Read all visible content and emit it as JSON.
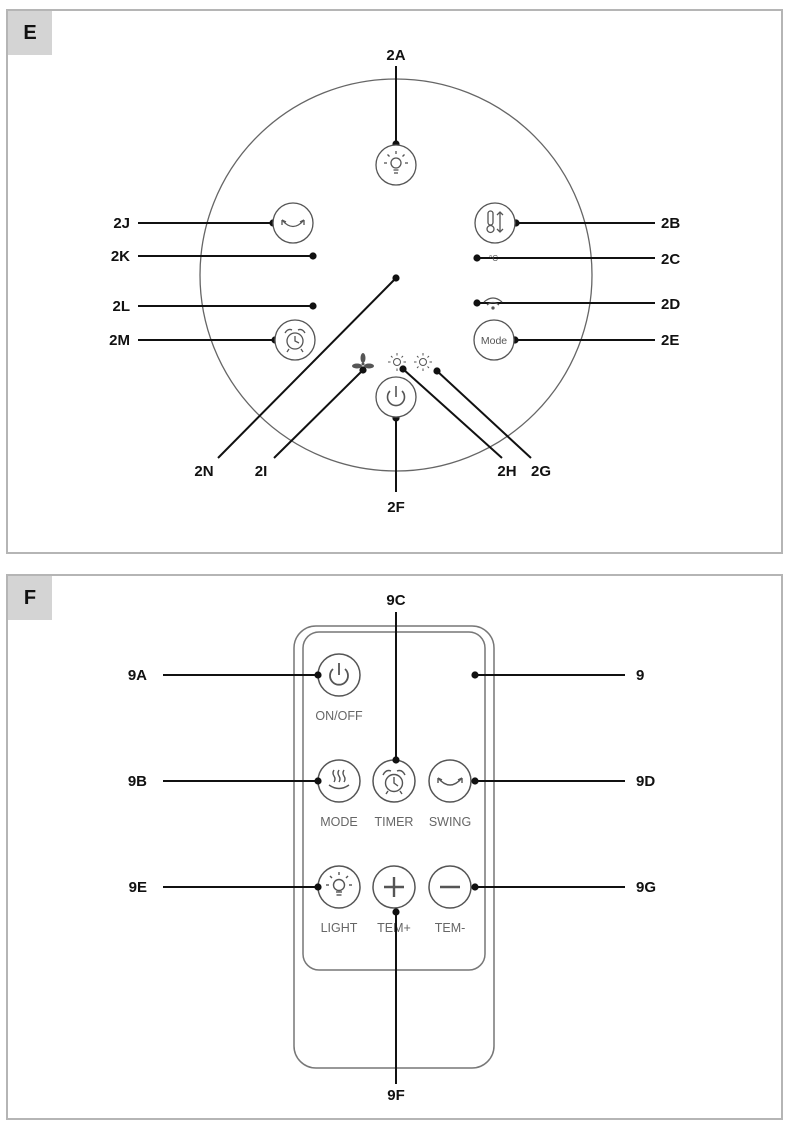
{
  "panels": {
    "e": {
      "tag": "E"
    },
    "f": {
      "tag": "F"
    }
  },
  "callouts_e": {
    "c2a": "2A",
    "c2b": "2B",
    "c2c": "2C",
    "c2d": "2D",
    "c2e": "2E",
    "c2f": "2F",
    "c2g": "2G",
    "c2h": "2H",
    "c2i": "2I",
    "c2j": "2J",
    "c2k": "2K",
    "c2l": "2L",
    "c2m": "2M",
    "c2n": "2N"
  },
  "control_panel": {
    "mode_button_text": "Mode",
    "celsius_symbol": "°C"
  },
  "callouts_f": {
    "c9": "9",
    "c9a": "9A",
    "c9b": "9B",
    "c9c": "9C",
    "c9d": "9D",
    "c9e": "9E",
    "c9f": "9F",
    "c9g": "9G"
  },
  "remote": {
    "on_off": "ON/OFF",
    "mode": "MODE",
    "timer": "TIMER",
    "swing": "SWING",
    "light": "LIGHT",
    "tem_plus": "TEM+",
    "tem_minus": "TEM-"
  },
  "colors": {
    "line": "#111111",
    "icon_stroke": "#555555",
    "panel_border": "#b5b5b5",
    "tag_bg": "#d4d4d4"
  }
}
